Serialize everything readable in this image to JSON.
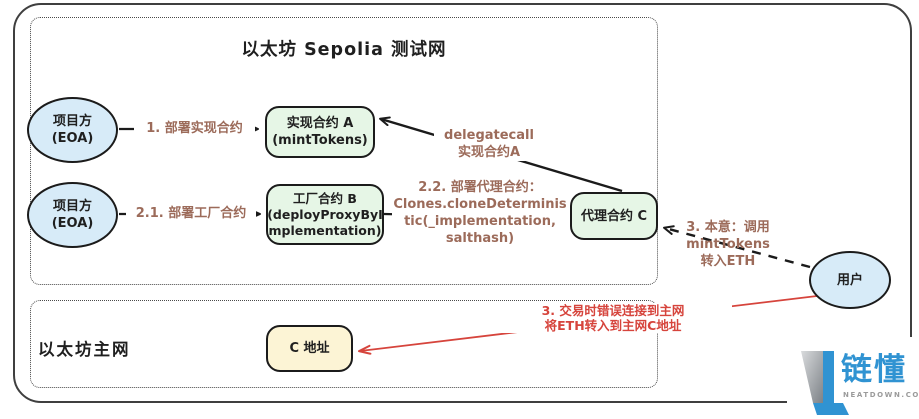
{
  "testnet": {
    "title": "以太坊 Sepolia 测试网",
    "eoa1": {
      "l1": "项目方",
      "l2": "(EOA)"
    },
    "eoa2": {
      "l1": "项目方",
      "l2": "(EOA)"
    },
    "contract_a": {
      "l1": "实现合约 A",
      "l2": "(mintTokens)"
    },
    "contract_b": {
      "l1": "工厂合约 B",
      "l2": "(deployProxyByI",
      "l3": "mplementation)"
    },
    "proxy_c": "代理合约 C",
    "edge_deploy_impl": "1. 部署实现合约",
    "edge_deploy_factory": "2.1. 部署工厂合约",
    "edge_deploy_proxy": {
      "l1": "2.2. 部署代理合约：",
      "l2": "Clones.cloneDeterminis",
      "l3": "tic(_implementation,",
      "l4": "salthash)"
    },
    "edge_delegatecall": {
      "l1": "delegatecall",
      "l2": "实现合约A"
    },
    "edge_intent": {
      "l1": "3. 本意：调用",
      "l2": "mintTokens",
      "l3": "转入ETH"
    }
  },
  "mainnet": {
    "title": "以太坊主网",
    "c_address": "C 地址",
    "edge_error": {
      "l1": "3. 交易时错误连接到主网",
      "l2": "将ETH转入到主网C地址"
    }
  },
  "user": "用户",
  "logo": {
    "name": "链懂",
    "domain": "NEATDOWN.COM"
  },
  "colors": {
    "node_blue": "#d7ebf8",
    "node_green": "#e6f6e6",
    "node_yellow": "#fcf4d5",
    "label_brown": "#9c6b5a",
    "error_red": "#d6443c",
    "logo_blue": "#3093d2"
  }
}
